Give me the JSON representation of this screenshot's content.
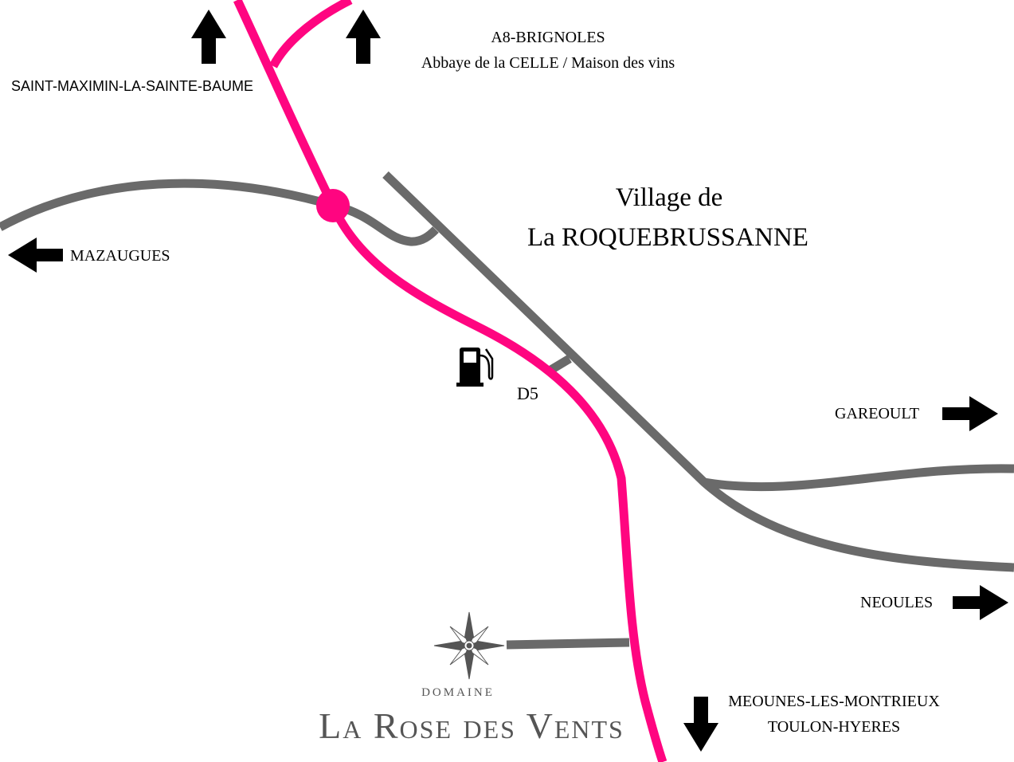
{
  "map": {
    "village": {
      "line1": "Village de",
      "line2": "La ROQUEBRUSSANNE"
    },
    "road_label": "D5",
    "colors": {
      "main_road": "#ff0580",
      "secondary_road": "#6a6a6a",
      "arrow": "#000000",
      "logo": "#555555"
    },
    "destinations": {
      "saint_maximin": "SAINT-MAXIMIN-LA-SAINTE-BAUME",
      "a8_brignoles": "A8-BRIGNOLES",
      "abbaye": "Abbaye de la CELLE / Maison des vins",
      "mazaugues": "MAZAUGUES",
      "gareoult": "GAREOULT",
      "neoules": "NEOULES",
      "meounes": "MEOUNES-LES-MONTRIEUX",
      "toulon": "TOULON-HYERES"
    },
    "icons": [
      "arrow-up-icon",
      "arrow-left-icon",
      "arrow-right-icon",
      "arrow-down-icon",
      "fuel-pump-icon",
      "compass-rose-icon"
    ],
    "logo": {
      "domaine": "DOMAINE",
      "name": "La Rose des Vents"
    }
  }
}
